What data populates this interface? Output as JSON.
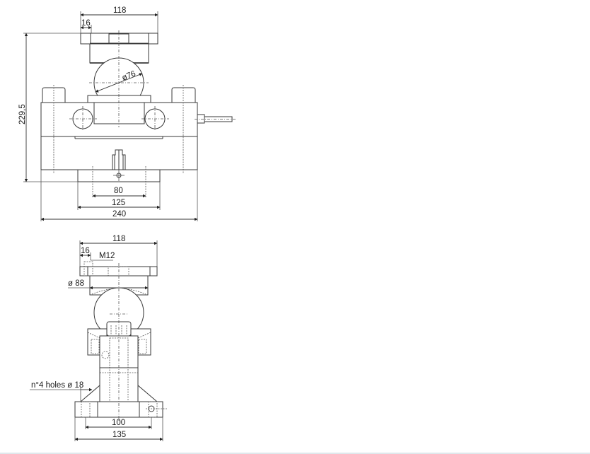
{
  "drawing": {
    "type": "technical-drawing",
    "subject": "load cell assembly (front and side views)",
    "line_color": "#3a3a3a",
    "background": "#ffffff"
  },
  "front_view": {
    "dims": {
      "top_width": "118",
      "top_offset": "16",
      "ball_diameter": "ø76",
      "total_height": "229,5",
      "inner_spacing": "80",
      "foot_width": "125",
      "total_width": "240"
    }
  },
  "side_view": {
    "dims": {
      "top_width": "118",
      "top_offset": "16",
      "thread": "M12",
      "puck_diameter": "ø 88",
      "holes": "n°4 holes ø 18",
      "hole_spacing": "100",
      "base_width": "135"
    }
  }
}
